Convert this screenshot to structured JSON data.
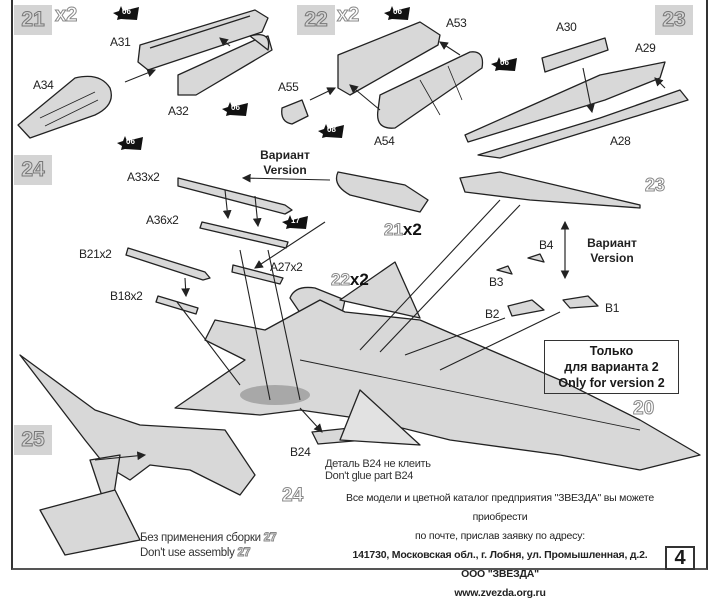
{
  "page": {
    "number": "4",
    "type": "model kit assembly instructions"
  },
  "steps": [
    {
      "id": "21",
      "label": "21",
      "multiplier": "x2",
      "parts": [
        "A31",
        "A32",
        "A34"
      ]
    },
    {
      "id": "22",
      "label": "22",
      "multiplier": "x2",
      "parts": [
        "A53",
        "A54",
        "A55"
      ]
    },
    {
      "id": "23",
      "label": "23",
      "parts": [
        "A30",
        "A29",
        "A28"
      ]
    },
    {
      "id": "24",
      "label": "24",
      "parts": [
        "A33x2",
        "A36x2",
        "B21x2",
        "B18x2",
        "A27x2",
        "B1",
        "B2",
        "B3",
        "B4",
        "B24"
      ]
    },
    {
      "id": "25",
      "label": "25",
      "parts": []
    }
  ],
  "part_labels": {
    "a31": "A31",
    "a32": "A32",
    "a34": "A34",
    "a53": "A53",
    "a54": "A54",
    "a55": "A55",
    "a30": "A30",
    "a29": "A29",
    "a28": "A28",
    "a33": "A33x2",
    "a36": "A36x2",
    "b21": "B21x2",
    "b18": "B18x2",
    "a27": "A27x2",
    "b1": "B1",
    "b2": "B2",
    "b3": "B3",
    "b4": "B4",
    "b24": "B24"
  },
  "paint_codes": {
    "c1": "06",
    "c2": "06",
    "c3": "06",
    "c4": "06",
    "c5": "06",
    "c6": "08",
    "c7": "17"
  },
  "subassembly_refs": {
    "ref21": {
      "num": "21",
      "mult": "x2"
    },
    "ref22": {
      "num": "22",
      "mult": "x2"
    },
    "ref23": "23",
    "ref20": "20",
    "ref24": "24"
  },
  "variant_labels": {
    "top": {
      "ru": "Вариант",
      "en": "Version"
    },
    "right": {
      "ru": "Вариант",
      "en": "Version"
    }
  },
  "notes": {
    "version2_box": {
      "line1": "Только",
      "line2": "для варианта 2",
      "line3": "Only for version 2"
    },
    "b24_note": {
      "ru": "Деталь B24 не клеить",
      "en": "Don't glue part B24"
    },
    "no_assembly": {
      "ru": "Без применения сборки",
      "en": "Don't use assembly",
      "ref": "27"
    }
  },
  "footer": {
    "line1": "Все модели и цветной каталог предприятия \"ЗВЕЗДА\" вы можете приобрести",
    "line2": "по почте, прислав заявку по адресу:",
    "line3": "141730, Московская обл., г. Лобня, ул. Промышленная, д.2.",
    "line4": "ООО \"ЗВЕЗДА\"",
    "line5": "www.zvezda.org.ru"
  }
}
